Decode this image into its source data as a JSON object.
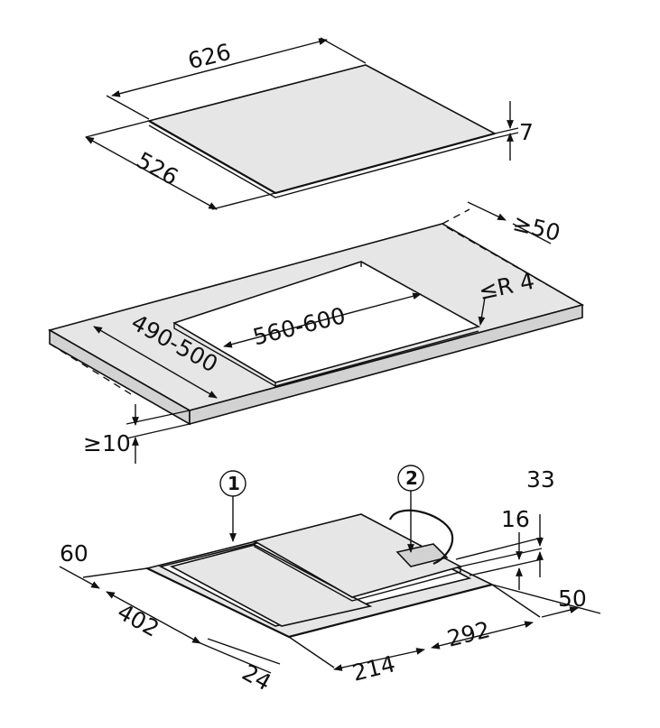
{
  "hob_top": {
    "width": "626",
    "depth": "526",
    "thickness": "7"
  },
  "worktop_cutout": {
    "cutout_width": "560-600",
    "cutout_depth": "490-500",
    "clearance_back": "≥50",
    "corner_radius": "≤R 4",
    "min_thickness": "≥10"
  },
  "hob_underside": {
    "callouts": [
      "1",
      "2"
    ],
    "dim_60": "60",
    "dim_402": "402",
    "dim_24": "24",
    "dim_214": "214",
    "dim_292": "292",
    "dim_50": "50",
    "dim_16": "16",
    "dim_33": "33"
  }
}
